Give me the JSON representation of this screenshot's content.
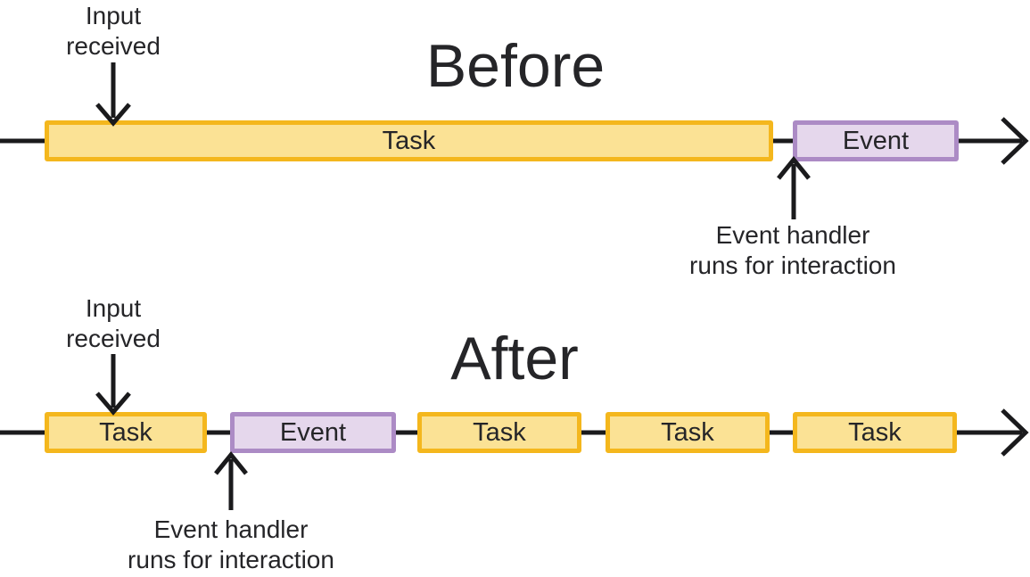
{
  "colors": {
    "task_fill": "#FBE295",
    "task_border": "#F4B71D",
    "event_fill": "#E5D7EC",
    "event_border": "#AC8BC5",
    "line": "#1A1A1C",
    "text": "#252528",
    "background": "#FFFFFF"
  },
  "before": {
    "title": "Before",
    "input_annotation": "Input\nreceived",
    "handler_annotation": "Event handler\nruns for interaction",
    "segments": [
      {
        "label": "Task",
        "type": "task"
      },
      {
        "label": "Event",
        "type": "event"
      }
    ]
  },
  "after": {
    "title": "After",
    "input_annotation": "Input\nreceived",
    "handler_annotation": "Event handler\nruns for interaction",
    "segments": [
      {
        "label": "Task",
        "type": "task"
      },
      {
        "label": "Event",
        "type": "event"
      },
      {
        "label": "Task",
        "type": "task"
      },
      {
        "label": "Task",
        "type": "task"
      },
      {
        "label": "Task",
        "type": "task"
      }
    ]
  }
}
